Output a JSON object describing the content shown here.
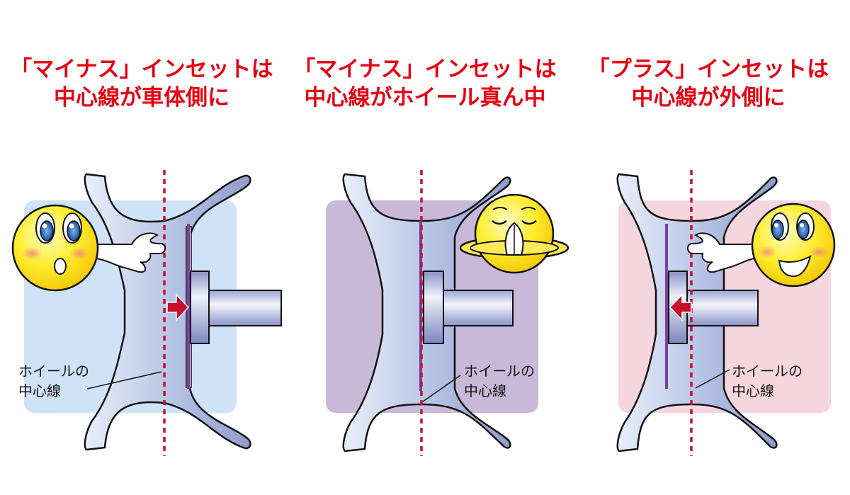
{
  "panels": [
    {
      "title_line1": "「マイナス」インセットは",
      "title_line2": "中心線が車体側に",
      "label_line1": "ホイールの",
      "label_line2": "中心線",
      "background_color": "#cfe3f8",
      "face": "surprised-pointing",
      "arrow_direction": "right"
    },
    {
      "title_line1": "「マイナス」インセットは",
      "title_line2": "中心線がホイール真ん中",
      "label_line1": "ホイールの",
      "label_line2": "中心線",
      "background_color": "#c9b9d8",
      "face": "praying-eyes-closed",
      "arrow_direction": "none"
    },
    {
      "title_line1": "「プラス」インセットは",
      "title_line2": "中心線が外側に",
      "label_line1": "ホイールの",
      "label_line2": "中心線",
      "background_color": "#f5d6de",
      "face": "smiling-pointing",
      "arrow_direction": "left"
    }
  ],
  "colors": {
    "title": "#e60012",
    "centerline": "#c8102e",
    "mounting_line": "#7a3fa0",
    "arrow": "#c8102e",
    "face": "#ffe600"
  }
}
